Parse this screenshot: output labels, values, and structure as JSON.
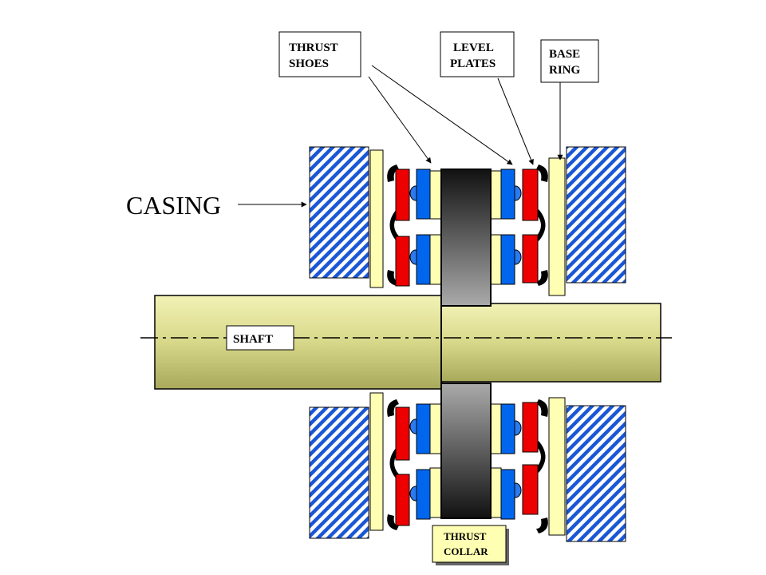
{
  "labels": {
    "thrust_shoes": [
      "THRUST",
      "SHOES"
    ],
    "level_plates": [
      "LEVEL",
      "PLATES"
    ],
    "base_ring": [
      "BASE",
      "RING"
    ],
    "casing": "CASING",
    "shaft": "SHAFT",
    "thrust_collar": [
      "THRUST",
      "COLLAR"
    ]
  },
  "colors": {
    "casing_hatch": "#1a57d6",
    "base_ring": "#ffffb3",
    "shoe": "#ee0000",
    "level_plate": "#0066ee",
    "shaft": "#d8d88a",
    "collar_label_bg": "#ffffb3",
    "outline": "#000000"
  }
}
